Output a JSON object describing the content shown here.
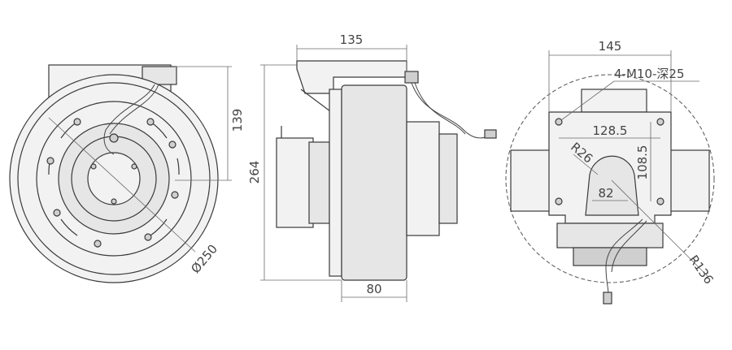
{
  "dimensions": {
    "front_height": "139",
    "front_diameter": "Ø250",
    "side_width_top": "135",
    "side_height": "264",
    "side_width_bottom": "80",
    "back_width_top": "145",
    "back_thread": "4-M10-深25",
    "back_hole_spacing": "128.5",
    "back_radius_small": "R26",
    "back_height": "108.5",
    "back_width_small": "82",
    "back_radius_large": "R136"
  },
  "colors": {
    "line": "#3a3a3a",
    "fill": "#e6e6e6",
    "text": "#444444"
  }
}
